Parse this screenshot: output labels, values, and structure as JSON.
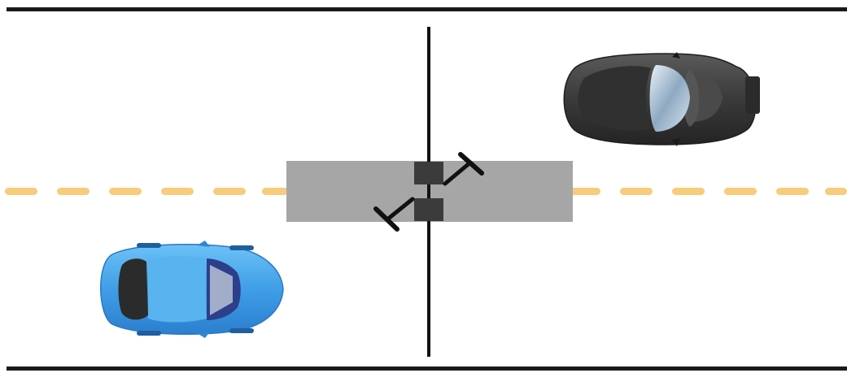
{
  "scene": {
    "kind": "road-intersection-diagram",
    "background_color": "#ffffff",
    "road_edge_color": "#1a1a1a",
    "center_line_color": "#f7cc7a",
    "crossing_zone_color": "#a6a6a6",
    "divider_color": "#111111",
    "sensor_block_color": "#3b3b3b",
    "sensor_mount_color": "#111111"
  },
  "vehicles": [
    {
      "name": "blue-car",
      "color": "#4aa3e6",
      "heading": "right",
      "lane": "bottom"
    },
    {
      "name": "black-car",
      "color": "#3a3a3a",
      "heading": "left",
      "lane": "top"
    }
  ]
}
